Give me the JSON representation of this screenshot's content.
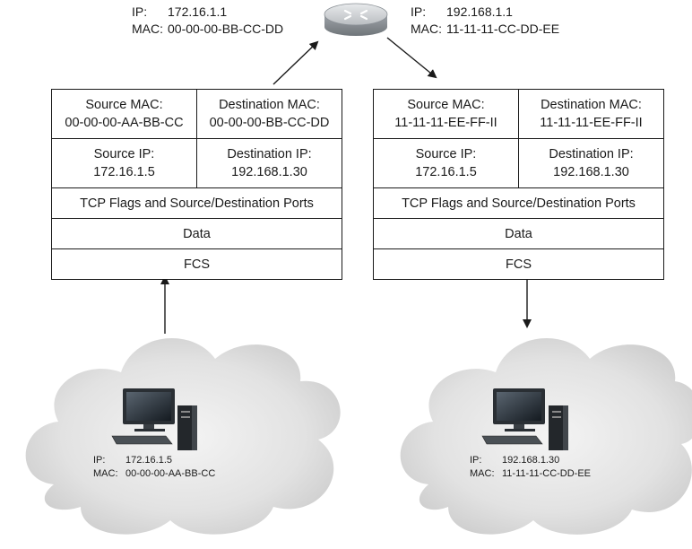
{
  "router": {
    "left_interface": {
      "ip_label": "IP:",
      "ip": "172.16.1.1",
      "mac_label": "MAC:",
      "mac": "00-00-00-BB-CC-DD"
    },
    "right_interface": {
      "ip_label": "IP:",
      "ip": "192.168.1.1",
      "mac_label": "MAC:",
      "mac": "11-11-11-CC-DD-EE"
    }
  },
  "frames": {
    "left": {
      "source_mac_label": "Source MAC:",
      "source_mac": "00-00-00-AA-BB-CC",
      "dest_mac_label": "Destination MAC:",
      "dest_mac": "00-00-00-BB-CC-DD",
      "source_ip_label": "Source IP:",
      "source_ip": "172.16.1.5",
      "dest_ip_label": "Destination IP:",
      "dest_ip": "192.168.1.30",
      "tcp": "TCP Flags and Source/Destination Ports",
      "data": "Data",
      "fcs": "FCS"
    },
    "right": {
      "source_mac_label": "Source MAC:",
      "source_mac": "11-11-11-EE-FF-II",
      "dest_mac_label": "Destination MAC:",
      "dest_mac": "11-11-11-EE-FF-II",
      "source_ip_label": "Source IP:",
      "source_ip": "172.16.1.5",
      "dest_ip_label": "Destination IP:",
      "dest_ip": "192.168.1.30",
      "tcp": "TCP Flags and Source/Destination Ports",
      "data": "Data",
      "fcs": "FCS"
    }
  },
  "hosts": {
    "left": {
      "ip_label": "IP:",
      "ip": "172.16.1.5",
      "mac_label": "MAC:",
      "mac": "00-00-00-AA-BB-CC"
    },
    "right": {
      "ip_label": "IP:",
      "ip": "192.168.1.30",
      "mac_label": "MAC:",
      "mac": "11-11-11-CC-DD-EE"
    }
  },
  "colors": {
    "line": "#1a1a1a",
    "cloud_fill": "#dcdcdc",
    "cloud_inner": "#eeeeee",
    "router_body": "#b8bcc0"
  }
}
